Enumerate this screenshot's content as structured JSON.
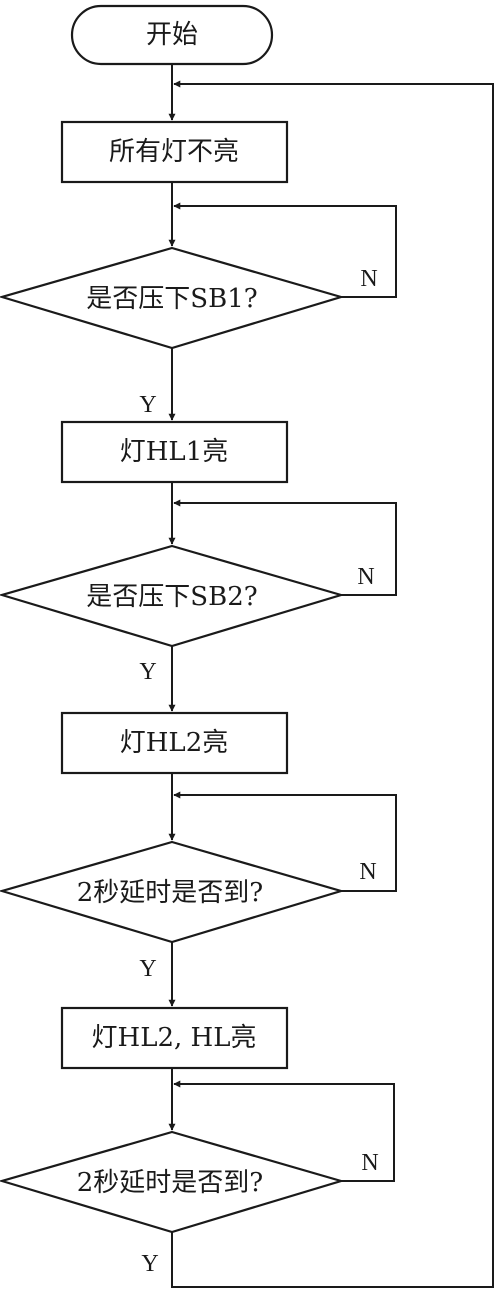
{
  "flowchart": {
    "start": "开始",
    "steps": [
      {
        "action": "所有灯不亮",
        "question": "是否压下SB1?"
      },
      {
        "action": "灯HL1亮",
        "question": "是否压下SB2?"
      },
      {
        "action": "灯HL2亮",
        "question": "2秒延时是否到?"
      },
      {
        "action": "灯HL2, HL亮",
        "question": "2秒延时是否到?"
      }
    ],
    "yes_label": "Y",
    "no_label": "N"
  }
}
